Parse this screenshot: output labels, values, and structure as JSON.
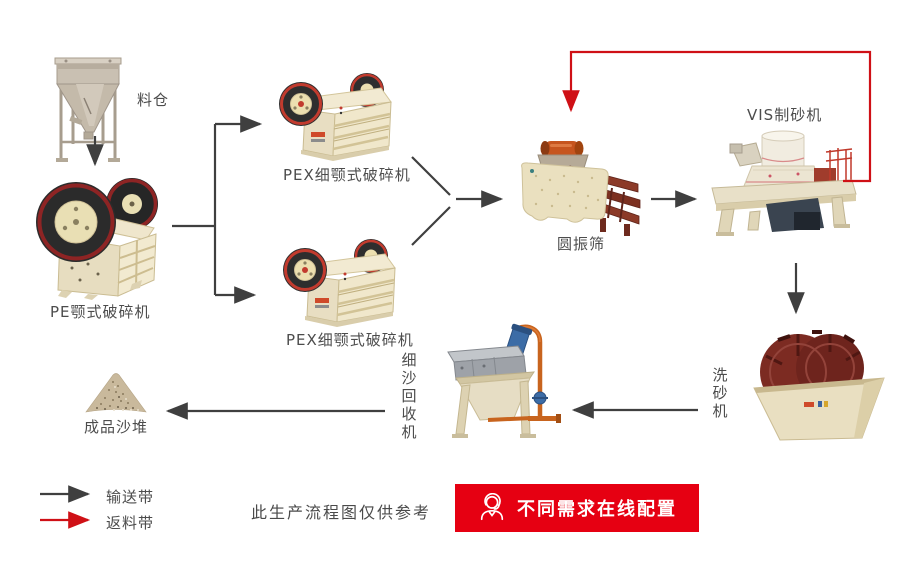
{
  "diagram": {
    "title_none": "",
    "nodes": {
      "hopper": {
        "label": "料仓"
      },
      "pe_crusher": {
        "label": "PE颚式破碎机"
      },
      "pex_crusher_top": {
        "label": "PEX细颚式破碎机"
      },
      "pex_crusher_bottom": {
        "label": "PEX细颚式破碎机"
      },
      "vibrating_screen": {
        "label": "圆振筛"
      },
      "vis_sand_maker": {
        "label": "VIS制砂机"
      },
      "sand_washer": {
        "label": "洗砂机"
      },
      "fine_sand_recycler": {
        "label": "细沙回收机"
      },
      "sand_pile": {
        "label": "成品沙堆"
      }
    },
    "edges": [
      {
        "from": "hopper",
        "to": "pe_crusher",
        "type": "conveyor"
      },
      {
        "from": "pe_crusher",
        "to": "pex_crusher_top",
        "type": "conveyor"
      },
      {
        "from": "pe_crusher",
        "to": "pex_crusher_bottom",
        "type": "conveyor"
      },
      {
        "from": "pex_crusher_top",
        "to": "vibrating_screen",
        "type": "conveyor"
      },
      {
        "from": "pex_crusher_bottom",
        "to": "vibrating_screen",
        "type": "conveyor"
      },
      {
        "from": "vibrating_screen",
        "to": "vis_sand_maker",
        "type": "conveyor"
      },
      {
        "from": "vis_sand_maker",
        "to": "vibrating_screen",
        "type": "return"
      },
      {
        "from": "vis_sand_maker",
        "to": "sand_washer",
        "type": "conveyor"
      },
      {
        "from": "sand_washer",
        "to": "fine_sand_recycler",
        "type": "conveyor"
      },
      {
        "from": "fine_sand_recycler",
        "to": "sand_pile",
        "type": "conveyor"
      }
    ]
  },
  "legend": {
    "conveyor_label": "输送带",
    "return_label": "返料带"
  },
  "footer": {
    "note": "此生产流程图仅供参考",
    "cta_label": "不同需求在线配置",
    "cta_icon": "customer-service-icon"
  },
  "colors": {
    "arrow_conveyor": "#3f3f3f",
    "arrow_return": "#cf1016",
    "cta_background": "#e60012",
    "cta_text": "#ffffff",
    "label_text": "#4c4c4c",
    "background": "#ffffff"
  }
}
